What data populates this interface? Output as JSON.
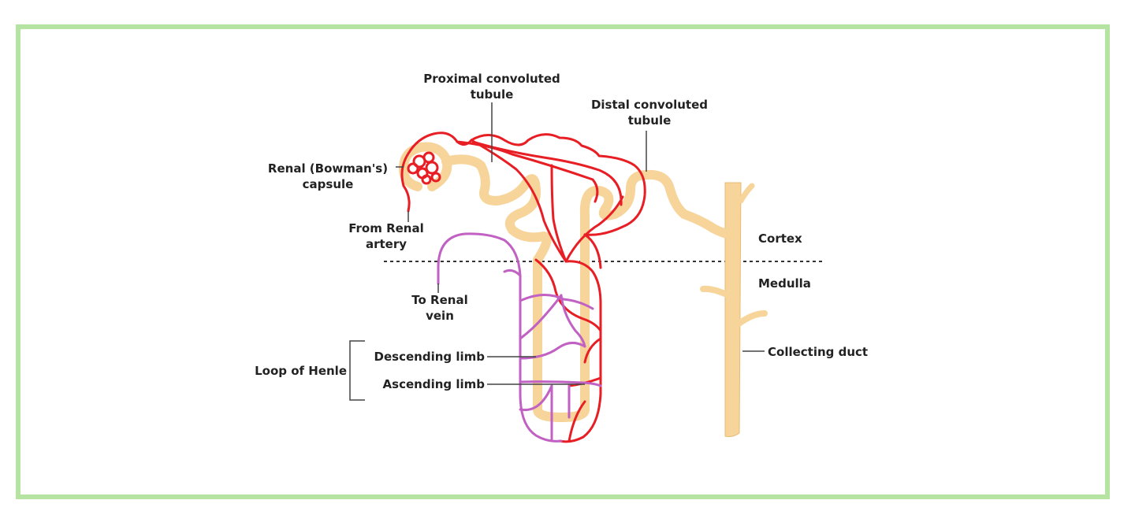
{
  "labels": {
    "proximal_tubule": [
      "Proximal convoluted",
      "tubule"
    ],
    "distal_tubule": [
      "Distal convoluted",
      "tubule"
    ],
    "bowmans_capsule": [
      "Renal (Bowman's)",
      "capsule"
    ],
    "renal_artery": [
      "From Renal",
      "artery"
    ],
    "renal_vein": [
      "To Renal",
      "vein"
    ],
    "cortex": "Cortex",
    "medulla": "Medulla",
    "collecting_duct": "Collecting duct",
    "loop_of_henle": "Loop of Henle",
    "descending_limb": "Descending limb",
    "ascending_limb": "Ascending limb"
  },
  "colors": {
    "frame_border": "#b4e3a2",
    "tubule": "#f7d49a",
    "tubule_edge": "#e8bb72",
    "artery": "#e81e25",
    "vein": "#c061c3",
    "text": "#222222",
    "leader_line": "#444444"
  }
}
